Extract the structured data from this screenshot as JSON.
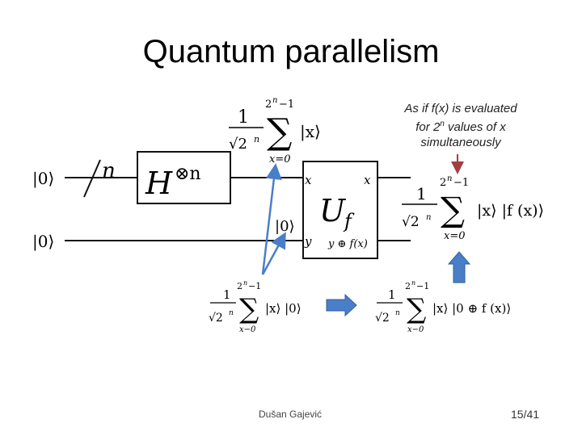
{
  "title": "Quantum parallelism",
  "note": {
    "line1": "As if f(x) is evaluated",
    "line2_prefix": "for 2",
    "line2_sup": "n",
    "line2_suffix": " values of x",
    "line3": "simultaneously"
  },
  "circuit": {
    "input_top": "|0⟩",
    "input_bottom": "|0⟩",
    "qubit_count": "n",
    "hadamard_label": "H",
    "tensor_power": "⊗n",
    "oracle_label": "U",
    "oracle_subscript": "f",
    "oracle_in_x": "x",
    "oracle_out_x": "x",
    "oracle_in_y": "y",
    "oracle_out_y": "y ⊕ f(x)",
    "mid_state": "|0⟩"
  },
  "expressions": {
    "coef_num": "1",
    "coef_den": "√2",
    "coef_den_exp": "n",
    "sum_upper": "2",
    "sum_upper_exp": "n",
    "sum_upper_tail": "−1",
    "sum_lower": "x=0",
    "sum_lower_alt": "x−0",
    "sigma": "∑",
    "top_ket": "|x⟩",
    "right_ket": "|x⟩ |f (x)⟩",
    "bottom_left_ket": "|x⟩ |0⟩",
    "bottom_right_ket": "|x⟩ |0 ⊕ f (x)⟩"
  },
  "colors": {
    "blue_arrow": "#4a7ec8",
    "red_arrow": "#a04040",
    "wire": "#111111"
  },
  "footer": {
    "author": "Dušan Gajević",
    "page": "15/41"
  }
}
